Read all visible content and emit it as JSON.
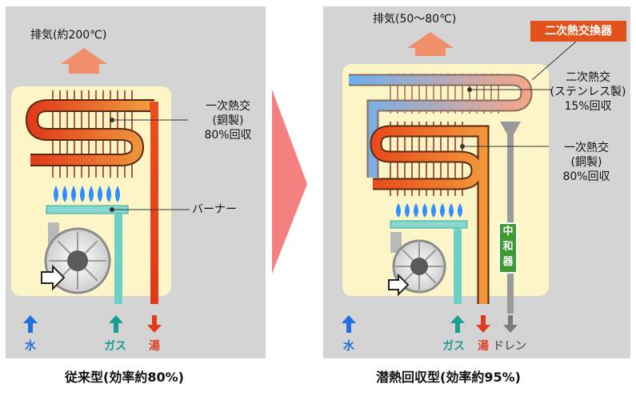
{
  "left": {
    "exhaust": "排気(約200℃)",
    "primary_hx": [
      "一次熱交",
      "(銅製)",
      "80%回収"
    ],
    "burner": "バーナー",
    "water": "水",
    "gas": "ガス",
    "hot_water": "湯",
    "caption": "従来型(効率約80%)"
  },
  "right": {
    "exhaust": "排気(50〜80℃)",
    "secondary_tag": "二次熱交換器",
    "secondary_hx": [
      "二次熱交",
      "(ステンレス製)",
      "15%回収"
    ],
    "primary_hx": [
      "一次熱交",
      "(銅製)",
      "80%回収"
    ],
    "neutralizer": "中和器",
    "water": "水",
    "gas": "ガス",
    "hot_water": "湯",
    "drain": "ドレン",
    "caption": "潜熱回収型(効率約95%)"
  },
  "colors": {
    "water": "#1f6fe0",
    "gas": "#1a9e8f",
    "hot_water": "#e03a1a",
    "drain": "#808080",
    "exhaust_arrow": "#f0906a",
    "flame": "#2f8fff",
    "tag": "#e2521c",
    "neutralizer": "#3e9a32"
  },
  "icons": [
    "exhaust-arrow-icon",
    "flame-icon",
    "fan-icon",
    "air-arrow-icon",
    "transition-arrow-icon"
  ]
}
